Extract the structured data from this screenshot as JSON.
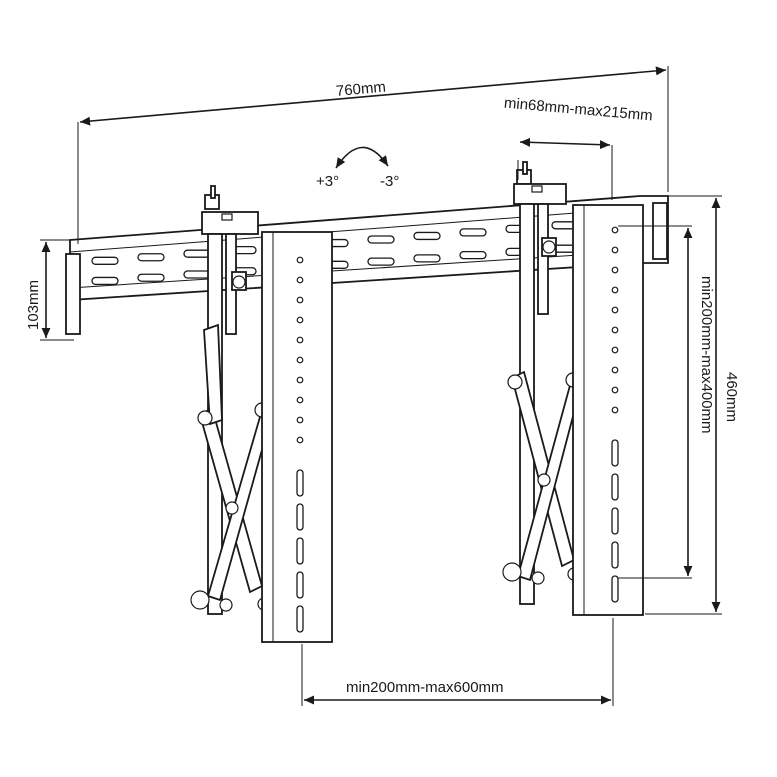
{
  "dimensions": {
    "rail_width": "760mm",
    "rail_height": "103mm",
    "bracket_height": "460mm",
    "arm_depth": "min68mm-max215mm",
    "hole_vertical": "min200mm-max400mm",
    "hole_horizontal": "min200mm-max600mm"
  },
  "tilt": {
    "up": "+3°",
    "down": "-3°"
  }
}
